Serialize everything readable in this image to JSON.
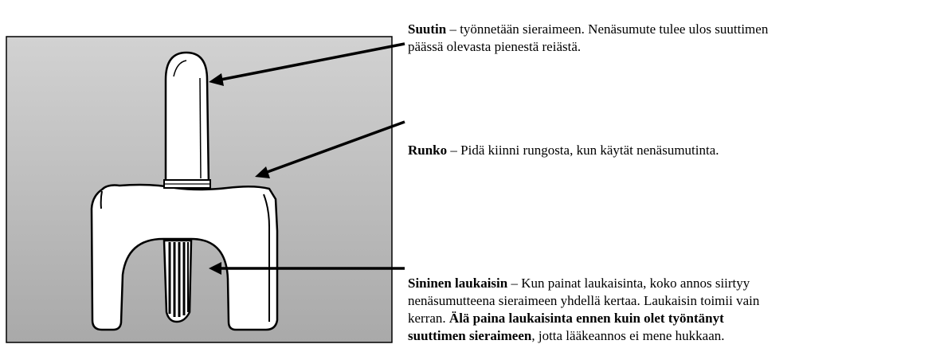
{
  "labels": {
    "suutin": {
      "term": "Suutin",
      "sep": " – ",
      "text1": "työnnetään sieraimeen. Nenäsumute tulee ulos suuttimen",
      "text2": "päässä olevasta pienestä reiästä."
    },
    "runko": {
      "term": "Runko",
      "sep": " – ",
      "text": "Pidä kiinni rungosta, kun käytät nenäsumutinta."
    },
    "laukaisin": {
      "term": "Sininen laukaisin",
      "sep": " – ",
      "text1": "Kun painat laukaisinta, koko annos siirtyy",
      "text2": "nenäsumutteena sieraimeen yhdellä kertaa. Laukaisin toimii vain",
      "text3": "kerran. ",
      "bold1": "Älä paina laukaisinta ennen kuin olet työntänyt",
      "bold2": "suuttimen sieraimeen",
      "text4": ", jotta lääkeannos ei mene hukkaan."
    }
  }
}
